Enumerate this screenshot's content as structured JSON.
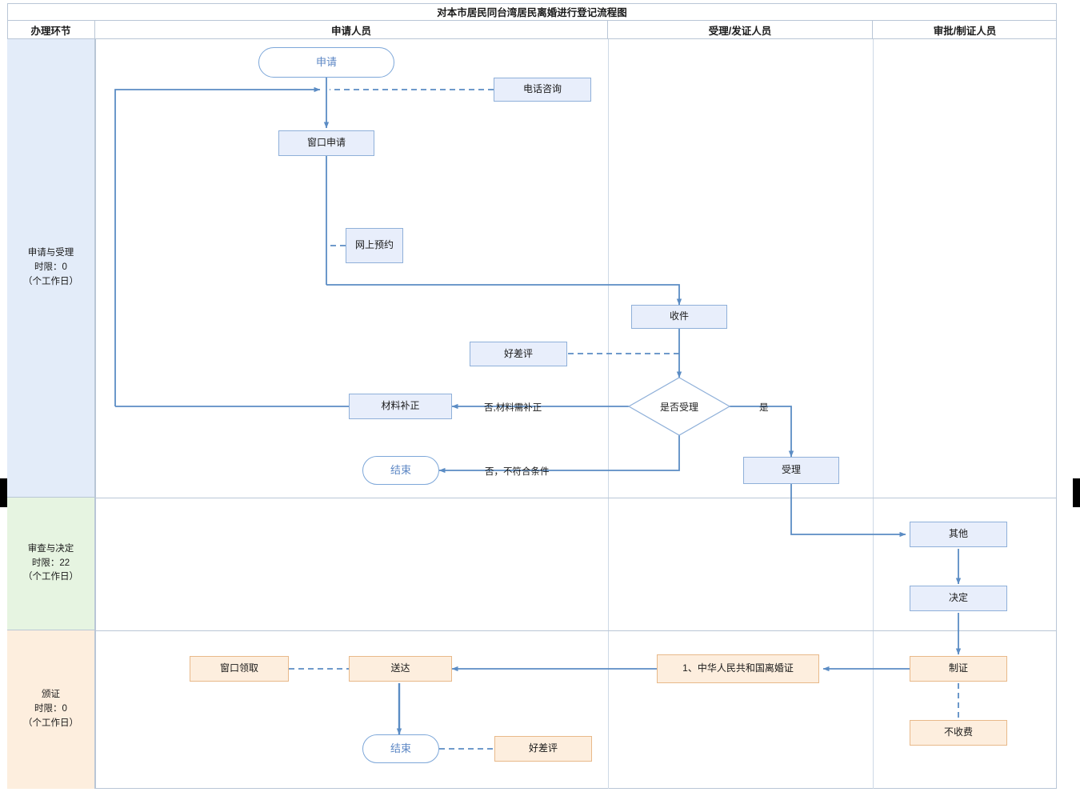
{
  "title": "对本市居民同台湾居民离婚进行登记流程图",
  "columns": [
    {
      "label": "办理环节"
    },
    {
      "label": "申请人员"
    },
    {
      "label": "受理/发证人员"
    },
    {
      "label": "审批/制证人员"
    }
  ],
  "stages": [
    {
      "name": "申请与受理",
      "limit": "时限：0",
      "unit": "（个工作日）",
      "color": "#e3ecf9"
    },
    {
      "name": "审查与决定",
      "limit": "时限：22",
      "unit": "（个工作日）",
      "color": "#e6f4e1"
    },
    {
      "name": "颁证",
      "limit": "时限：0",
      "unit": "（个工作日）",
      "color": "#fdeede"
    }
  ],
  "nodes": {
    "start": "申请",
    "phone_consult": "电话咨询",
    "window_apply": "窗口申请",
    "online_booking": "网上预约",
    "receive": "收件",
    "review_rating_1": "好差评",
    "decision": "是否受理",
    "material_fix": "材料补正",
    "end_1": "结束",
    "accept": "受理",
    "other": "其他",
    "decide": "决定",
    "make_cert": "制证",
    "cert_item": "1、中华人民共和国离婚证",
    "deliver": "送达",
    "window_pickup": "窗口领取",
    "end_2": "结束",
    "review_rating_2": "好差评",
    "no_fee": "不收费"
  },
  "edge_labels": {
    "no_need_fix": "否,材料需补正",
    "yes": "是",
    "no_not_qualified": "否，不符合条件"
  },
  "colors": {
    "line": "#5b8cc4",
    "node_blue_fill": "#e8eefb",
    "node_blue_border": "#8fb0d9",
    "node_orange_fill": "#fdeede",
    "node_orange_border": "#e8b98a",
    "terminal_border": "#7da7d9",
    "terminal_text": "#5b86c4"
  }
}
